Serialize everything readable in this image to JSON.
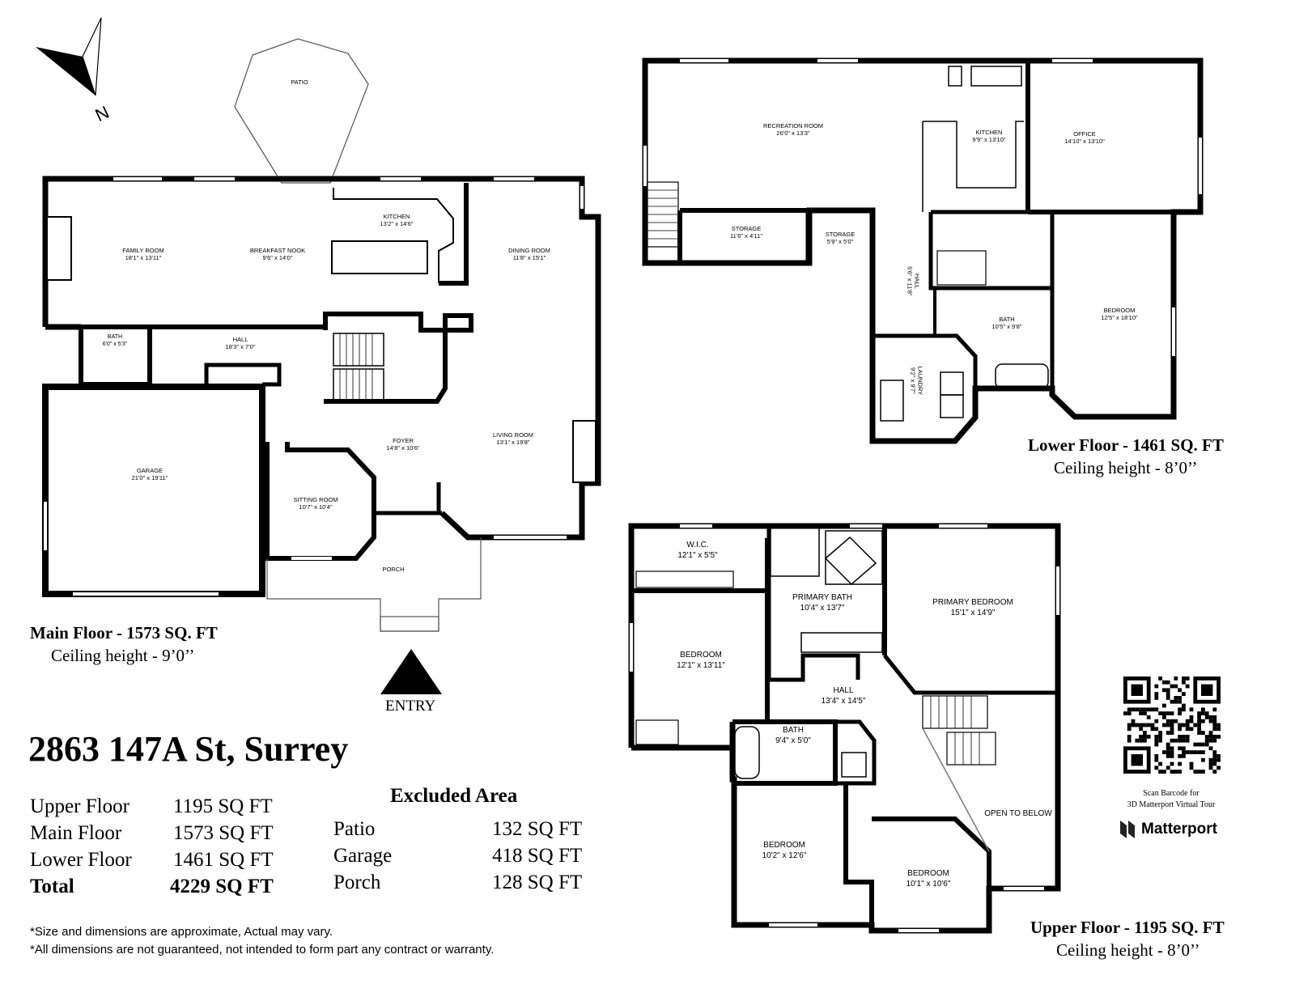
{
  "address": "2863 147A St, Surrey",
  "compass": {
    "label": "N"
  },
  "entry": {
    "label": "ENTRY"
  },
  "floors": {
    "main": {
      "title": "Main Floor - 1573 SQ. FT",
      "ceiling": "Ceiling height - 9’0’’"
    },
    "lower": {
      "title": "Lower Floor - 1461 SQ. FT",
      "ceiling": "Ceiling height - 8’0’’"
    },
    "upper": {
      "title": "Upper Floor - 1195 SQ. FT",
      "ceiling": "Ceiling height - 8’0’’"
    }
  },
  "rooms": {
    "main": [
      {
        "name": "PATIO",
        "dims": ""
      },
      {
        "name": "FAMILY ROOM",
        "dims": "18'1\" x 13'11\""
      },
      {
        "name": "BREAKFAST NOOK",
        "dims": "9'6\" x 14'0\""
      },
      {
        "name": "KITCHEN",
        "dims": "13'2\" x 14'6\""
      },
      {
        "name": "DINING ROOM",
        "dims": "11'8\" x 15'1\""
      },
      {
        "name": "BATH",
        "dims": "6'0\" x 5'3\""
      },
      {
        "name": "HALL",
        "dims": "18'3\" x 7'0\""
      },
      {
        "name": "GARAGE",
        "dims": "21'0\" x 19'11\""
      },
      {
        "name": "FOYER",
        "dims": "14'8\" x 10'6\""
      },
      {
        "name": "LIVING ROOM",
        "dims": "13'1\" x 19'8\""
      },
      {
        "name": "SITTING ROOM",
        "dims": "10'7\" x 10'4\""
      },
      {
        "name": "PORCH",
        "dims": ""
      }
    ],
    "lower": [
      {
        "name": "RECREATION ROOM",
        "dims": "26'0\" x 13'3\""
      },
      {
        "name": "KITCHEN",
        "dims": "9'9\" x 13'10\""
      },
      {
        "name": "OFFICE",
        "dims": "14'10\" x 13'10\""
      },
      {
        "name": "STORAGE",
        "dims": "11'6\" x 4'11\""
      },
      {
        "name": "STORAGE",
        "dims": "5'9\" x 5'0\""
      },
      {
        "name": "HALL",
        "dims": "5'6\" x 11'8\""
      },
      {
        "name": "BATH",
        "dims": "10'5\" x 9'8\""
      },
      {
        "name": "BEDROOM",
        "dims": "12'5\" x 18'10\""
      },
      {
        "name": "LAUNDRY",
        "dims": "9'2\" x 9'7\""
      }
    ],
    "upper": [
      {
        "name": "W.I.C.",
        "dims": "12'1\" x 5'5\""
      },
      {
        "name": "PRIMARY BATH",
        "dims": "10'4\" x 13'7\""
      },
      {
        "name": "PRIMARY BEDROOM",
        "dims": "15'1\" x 14'9\""
      },
      {
        "name": "BEDROOM",
        "dims": "12'1\" x 13'11\""
      },
      {
        "name": "HALL",
        "dims": "13'4\" x 14'5\""
      },
      {
        "name": "BATH",
        "dims": "9'4\" x 5'0\""
      },
      {
        "name": "OPEN TO BELOW",
        "dims": ""
      },
      {
        "name": "BEDROOM",
        "dims": "10'2\" x 12'6\""
      },
      {
        "name": "BEDROOM",
        "dims": "10'1\" x 10'6\""
      }
    ]
  },
  "area_summary": [
    {
      "label": "Upper Floor",
      "value": "1195 SQ FT"
    },
    {
      "label": "Main  Floor",
      "value": "1573 SQ FT"
    },
    {
      "label": "Lower Floor",
      "value": "1461 SQ FT"
    },
    {
      "label": "Total",
      "value": "4229 SQ FT"
    }
  ],
  "excluded": {
    "title": "Excluded Area",
    "rows": [
      {
        "label": "Patio",
        "value": "132 SQ FT"
      },
      {
        "label": "Garage",
        "value": "418 SQ FT"
      },
      {
        "label": "Porch",
        "value": "128 SQ FT"
      }
    ]
  },
  "notes": [
    "*Size and dimensions are approximate, Actual may vary.",
    "*All dimensions are not guaranteed, not intended to form part any contract or warranty."
  ],
  "qr": {
    "caption_1": "Scan Barcode for",
    "caption_2": "3D Matterport Virtual Tour"
  },
  "brand": {
    "name": "Matterport"
  }
}
